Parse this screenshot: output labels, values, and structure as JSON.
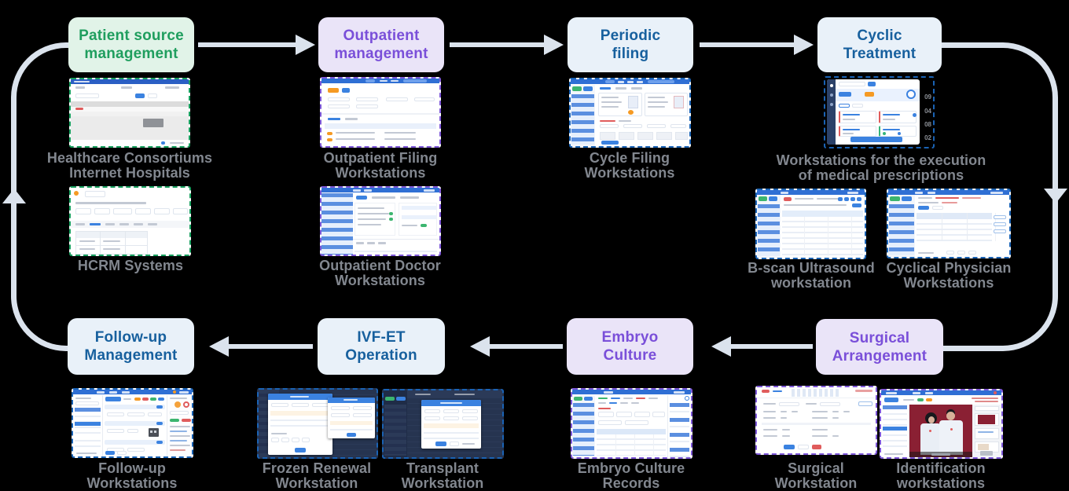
{
  "diagram": {
    "background": "#000000",
    "flow_direction": "clockwise-loop"
  },
  "palette": {
    "arrow": "#dbe3ed",
    "caption_text": "#82878f",
    "stage_green_bg": "#e1f3e8",
    "stage_green_text": "#1f9e5e",
    "dash_green": "#18a05f",
    "stage_purple_bg": "#eae4f8",
    "stage_purple_text": "#7a4fd9",
    "dash_purple": "#7d57d8",
    "stage_blue_bg": "#e9f1f9",
    "stage_blue_text": "#17609e",
    "dash_blue": "#1a63b5",
    "mini_titlebar": "#2f6fd4",
    "mini_accent_orange": "#f59a23",
    "mini_accent_green": "#3cb56f",
    "mini_accent_red": "#e05c5c",
    "photo_backdrop": "#8a2033"
  },
  "stages": [
    {
      "title": "Patient source management",
      "color": "green"
    },
    {
      "title": "Outpatient management",
      "color": "purple"
    },
    {
      "title": "Periodic filing",
      "color": "blue"
    },
    {
      "title": "Cyclic Treatment",
      "color": "blue"
    },
    {
      "title": "Surgical Arrangement",
      "color": "purple"
    },
    {
      "title": "Embryo Culture",
      "color": "purple"
    },
    {
      "title": "IVF-ET Operation",
      "color": "blue"
    },
    {
      "title": "Follow-up Management",
      "color": "blue"
    }
  ],
  "screenshots": [
    {
      "caption": "Healthcare Consortiums Internet Hospitals"
    },
    {
      "caption": "HCRM Systems"
    },
    {
      "caption": "Outpatient Filing Workstations"
    },
    {
      "caption": "Outpatient Doctor Workstations"
    },
    {
      "caption": "Cycle Filing Workstations"
    },
    {
      "caption": "Workstations for the execution of medical prescriptions"
    },
    {
      "caption": "B-scan Ultrasound workstation"
    },
    {
      "caption": "Cyclical Physician Workstations"
    },
    {
      "caption": "Follow-up Workstations"
    },
    {
      "caption": "Frozen Renewal Workstation"
    },
    {
      "caption": "Transplant Workstation"
    },
    {
      "caption": "Embryo Culture Records"
    },
    {
      "caption": "Surgical Workstation"
    },
    {
      "caption": "Identification workstations"
    }
  ],
  "counters": {
    "values": [
      "09",
      "04",
      "08",
      "02"
    ]
  }
}
